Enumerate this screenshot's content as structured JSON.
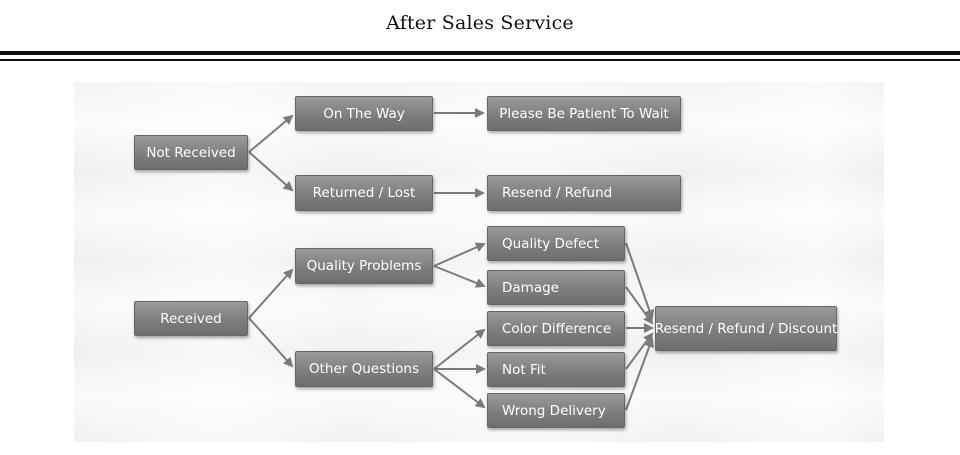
{
  "page": {
    "title": "After Sales Service"
  },
  "colors": {
    "node_fill": "#7e7e7e",
    "node_text": "#ffffff",
    "arrow": "#7a7a7a"
  },
  "nodes": {
    "not_received": "Not Received",
    "on_the_way": "On The Way",
    "please_wait": "Please Be Patient To Wait",
    "returned_lost": "Returned / Lost",
    "resend_refund": "Resend / Refund",
    "received": "Received",
    "quality_problems": "Quality Problems",
    "other_questions": "Other Questions",
    "quality_defect": "Quality Defect",
    "damage": "Damage",
    "color_difference": "Color Difference",
    "not_fit": "Not Fit",
    "wrong_delivery": "Wrong Delivery",
    "resend_refund_discount": "Resend / Refund / Discount"
  },
  "edges": [
    [
      "not_received",
      "on_the_way"
    ],
    [
      "not_received",
      "returned_lost"
    ],
    [
      "on_the_way",
      "please_wait"
    ],
    [
      "returned_lost",
      "resend_refund"
    ],
    [
      "received",
      "quality_problems"
    ],
    [
      "received",
      "other_questions"
    ],
    [
      "quality_problems",
      "quality_defect"
    ],
    [
      "quality_problems",
      "damage"
    ],
    [
      "other_questions",
      "color_difference"
    ],
    [
      "other_questions",
      "not_fit"
    ],
    [
      "other_questions",
      "wrong_delivery"
    ],
    [
      "quality_defect",
      "resend_refund_discount"
    ],
    [
      "damage",
      "resend_refund_discount"
    ],
    [
      "color_difference",
      "resend_refund_discount"
    ],
    [
      "not_fit",
      "resend_refund_discount"
    ],
    [
      "wrong_delivery",
      "resend_refund_discount"
    ]
  ]
}
